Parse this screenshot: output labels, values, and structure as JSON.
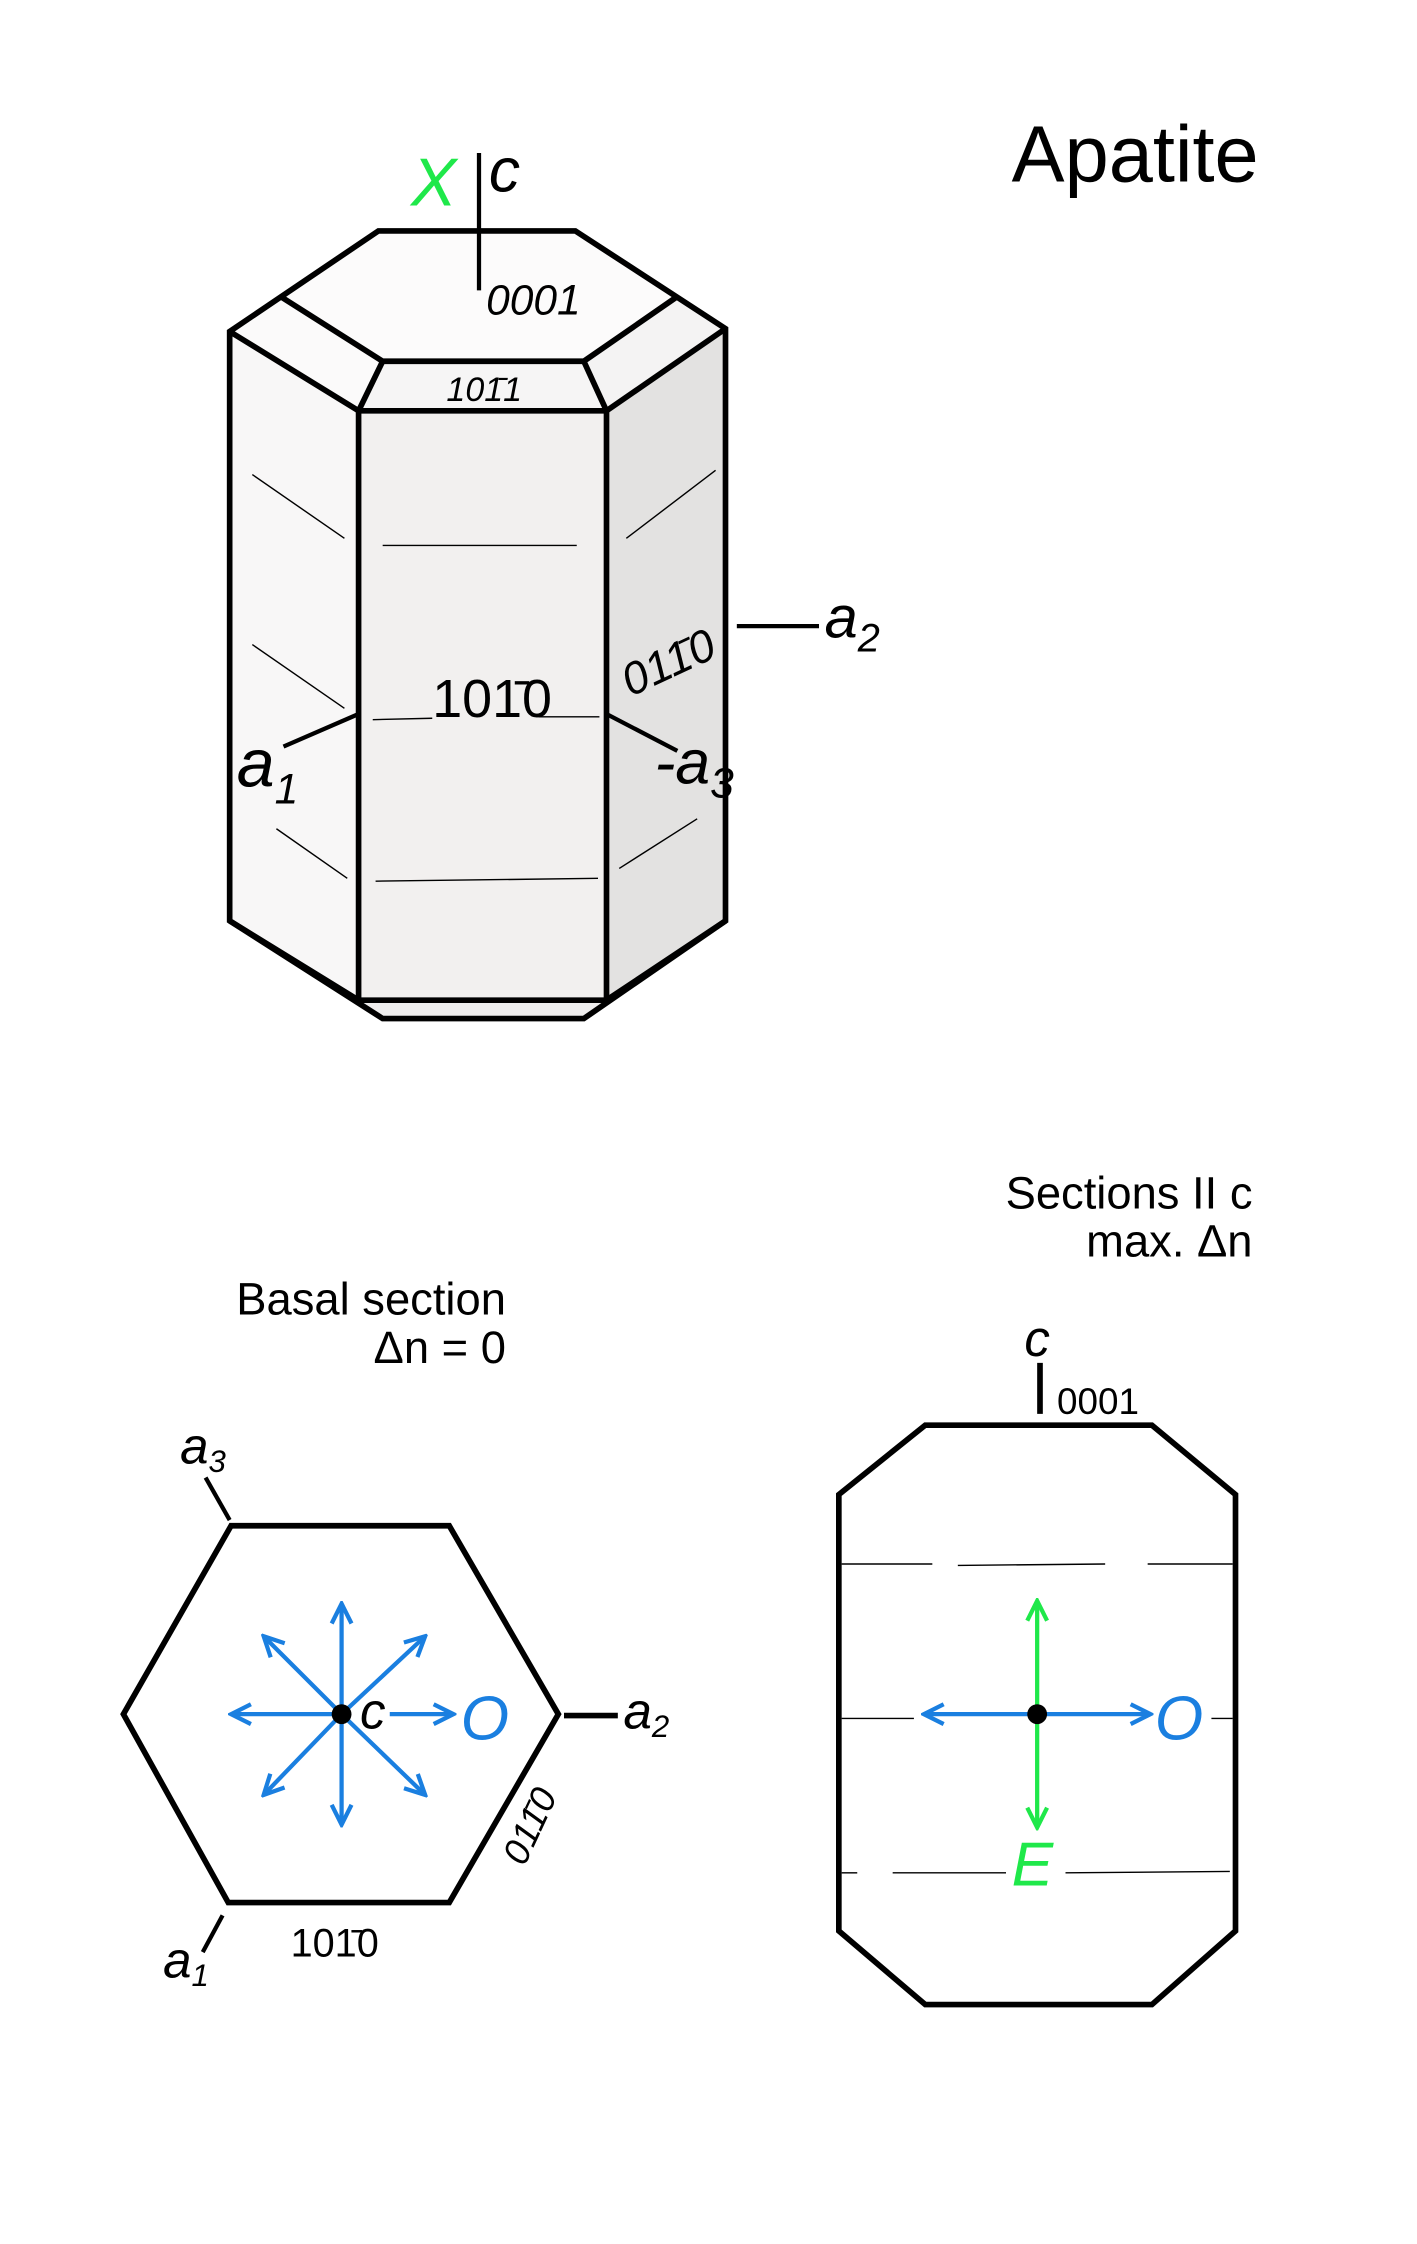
{
  "title": "Apatite",
  "colors": {
    "blue": "#1a7fe0",
    "green": "#1fe84a",
    "face_top": "#fcfbfb",
    "face_left": "#f8f7f7",
    "face_front": "#f2f0ef",
    "face_right": "#e3e2e1"
  },
  "crystal": {
    "x_label": "X",
    "c_label": "c",
    "face_0001": "0001",
    "face_1011": "101̄1",
    "face_1010": "101̄0",
    "face_0110": "011̄0",
    "a1": {
      "base": "a",
      "sub": "1"
    },
    "a2": {
      "base": "a",
      "sub": "2"
    },
    "a3neg": {
      "base": "-a",
      "sub": "3"
    }
  },
  "basal": {
    "title_line1": "Basal section",
    "title_line2": "Δn = 0",
    "a3": {
      "base": "a",
      "sub": "3"
    },
    "a1": {
      "base": "a",
      "sub": "1"
    },
    "a2": {
      "base": "a",
      "sub": "2"
    },
    "c_label": "c",
    "o_label": "O",
    "face_1010": "101̄0",
    "face_0110": "011̄0"
  },
  "parallel": {
    "title_line1": "Sections II c",
    "title_line2": "max. Δn",
    "c_label": "c",
    "face_0001": "0001",
    "o_label": "O",
    "e_label": "E"
  }
}
